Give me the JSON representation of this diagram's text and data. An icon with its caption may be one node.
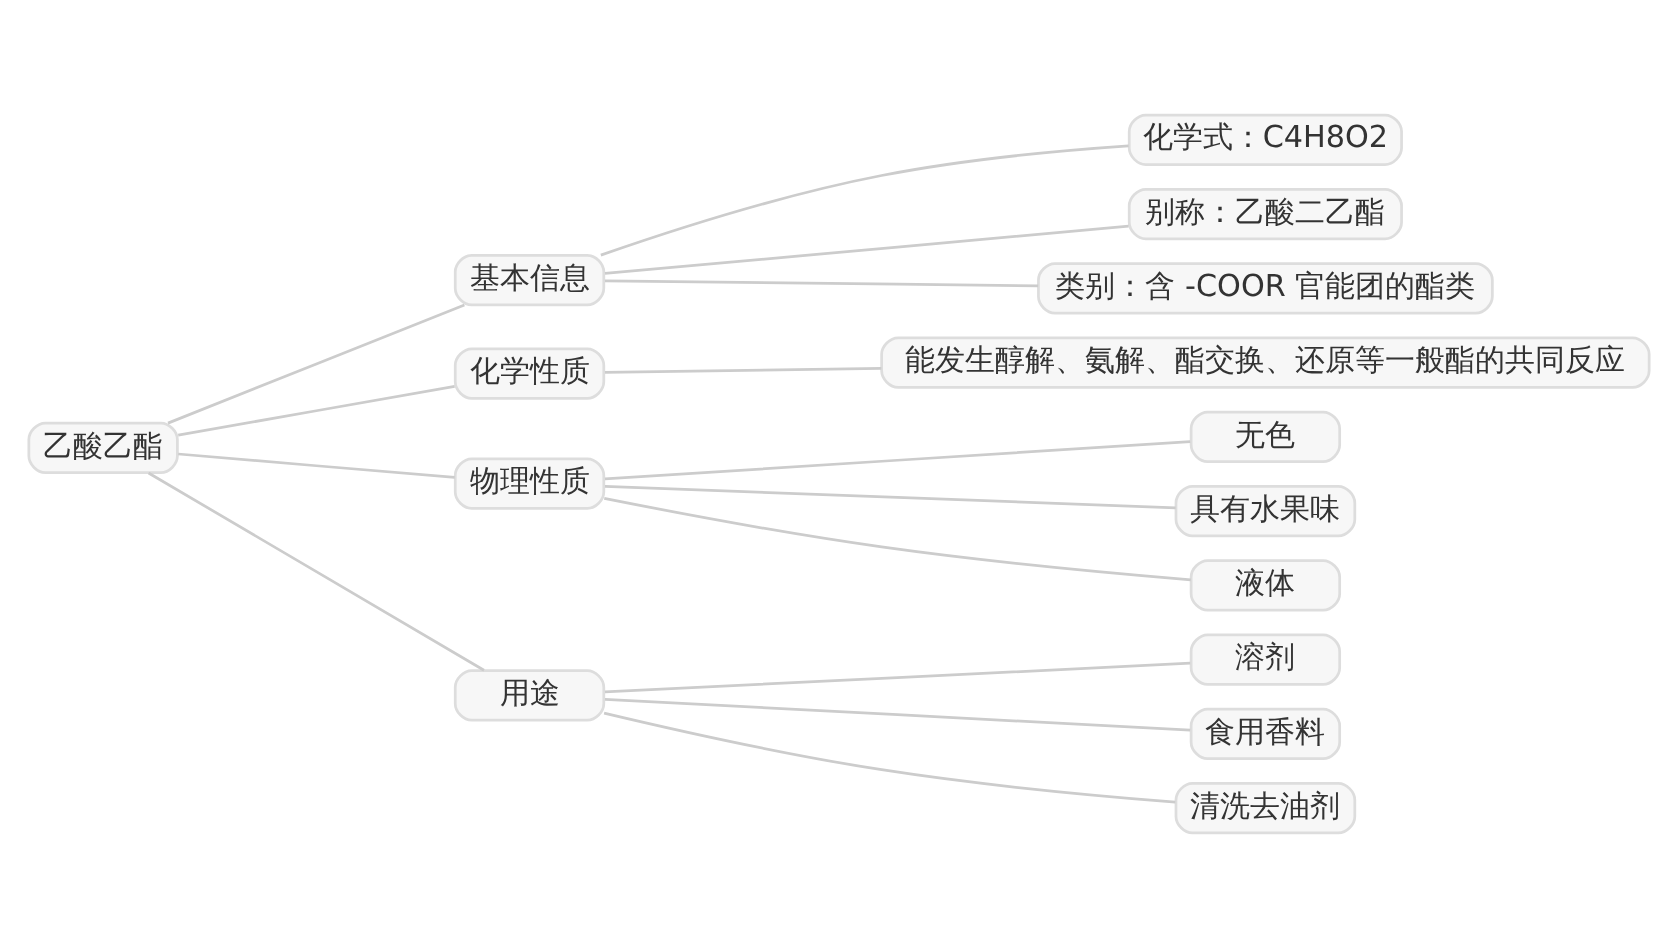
{
  "diagram": {
    "nodes": [
      {
        "text": [
          "乙酸乙酯"
        ]
      },
      {
        "text": [
          "基本信息"
        ]
      },
      {
        "text": [
          "化学式：C4H8O2"
        ]
      },
      {
        "text": [
          "别称：乙酸二乙酯"
        ]
      },
      {
        "text": [
          "类别：含 -COOR 官能团的酯类"
        ]
      },
      {
        "text": [
          "化学性质"
        ]
      },
      {
        "text": [
          "能发生醇解、氨解、酯交换、还原等一般酯的共同反应"
        ]
      },
      {
        "text": [
          "物理性质"
        ]
      },
      {
        "text": [
          "无色"
        ]
      },
      {
        "text": [
          "具有水果味"
        ]
      },
      {
        "text": [
          "液体"
        ]
      },
      {
        "text": [
          "用途"
        ]
      },
      {
        "text": [
          "溶剂"
        ]
      },
      {
        "text": [
          "食用香料"
        ]
      },
      {
        "text": [
          "清洗去油剂"
        ]
      }
    ],
    "edges": [
      {
        "from": 0,
        "to": 1,
        "arrow": "none"
      },
      {
        "from": 1,
        "to": 2,
        "arrow": "none"
      },
      {
        "from": 1,
        "to": 3,
        "arrow": "none"
      },
      {
        "from": 1,
        "to": 4,
        "arrow": "none"
      },
      {
        "from": 0,
        "to": 5,
        "arrow": "none"
      },
      {
        "from": 5,
        "to": 6,
        "arrow": "none"
      },
      {
        "from": 0,
        "to": 7,
        "arrow": "none"
      },
      {
        "from": 7,
        "to": 8,
        "arrow": "none"
      },
      {
        "from": 7,
        "to": 9,
        "arrow": "none"
      },
      {
        "from": 7,
        "to": 10,
        "arrow": "none"
      },
      {
        "from": 0,
        "to": 11,
        "arrow": "none"
      },
      {
        "from": 11,
        "to": 12,
        "arrow": "none"
      },
      {
        "from": 11,
        "to": 13,
        "arrow": "none"
      },
      {
        "from": 11,
        "to": 14,
        "arrow": "none"
      }
    ]
  }
}
